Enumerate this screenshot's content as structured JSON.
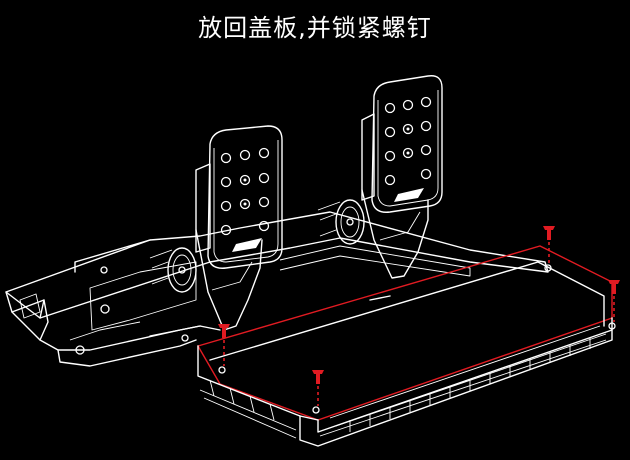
{
  "instruction": {
    "title": "放回盖板,并锁紧螺钉"
  },
  "colors": {
    "background": "#000000",
    "line": "#ffffff",
    "highlight": "#e11b22"
  },
  "figure": {
    "subject": "pedal-set-line-art",
    "screw_count": 4
  }
}
